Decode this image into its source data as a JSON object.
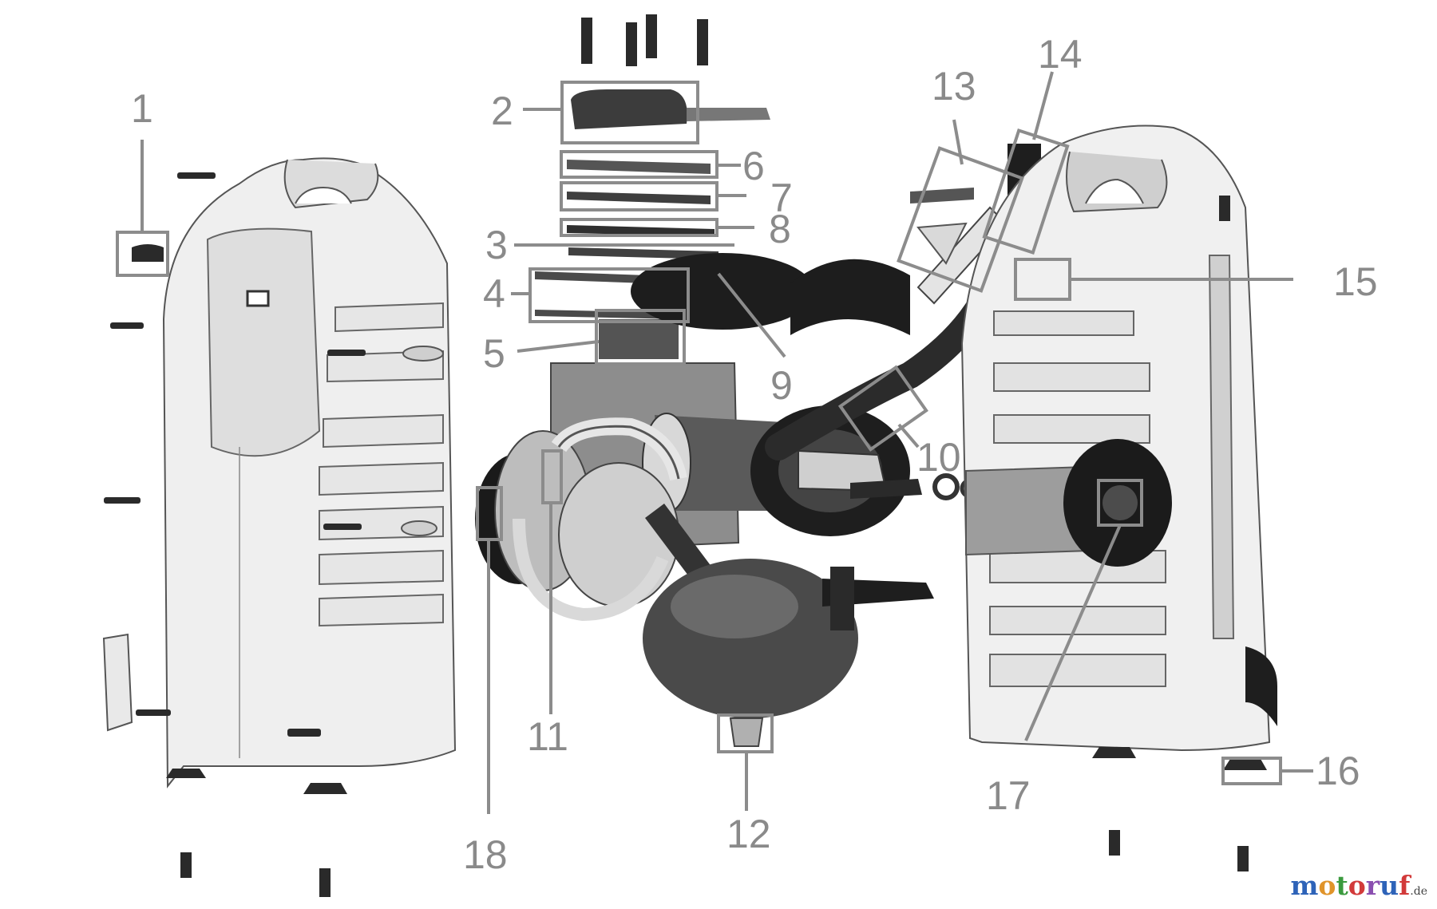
{
  "callouts": [
    {
      "id": "1",
      "label": "1"
    },
    {
      "id": "2",
      "label": "2"
    },
    {
      "id": "3",
      "label": "3"
    },
    {
      "id": "4",
      "label": "4"
    },
    {
      "id": "5",
      "label": "5"
    },
    {
      "id": "6",
      "label": "6"
    },
    {
      "id": "7",
      "label": "7"
    },
    {
      "id": "8",
      "label": "8"
    },
    {
      "id": "9",
      "label": "9"
    },
    {
      "id": "10",
      "label": "10"
    },
    {
      "id": "11",
      "label": "11"
    },
    {
      "id": "12",
      "label": "12"
    },
    {
      "id": "13",
      "label": "13"
    },
    {
      "id": "14",
      "label": "14"
    },
    {
      "id": "15",
      "label": "15"
    },
    {
      "id": "16",
      "label": "16"
    },
    {
      "id": "17",
      "label": "17"
    },
    {
      "id": "18",
      "label": "18"
    }
  ],
  "watermark": {
    "letters": [
      "m",
      "o",
      "t",
      "o",
      "r",
      "u",
      "f"
    ],
    "colors": [
      "#2e63b8",
      "#e0942a",
      "#3b9a3e",
      "#d23a3a",
      "#8a4fb0",
      "#2e63b8",
      "#d23a3a"
    ],
    "suffix": ".de"
  }
}
